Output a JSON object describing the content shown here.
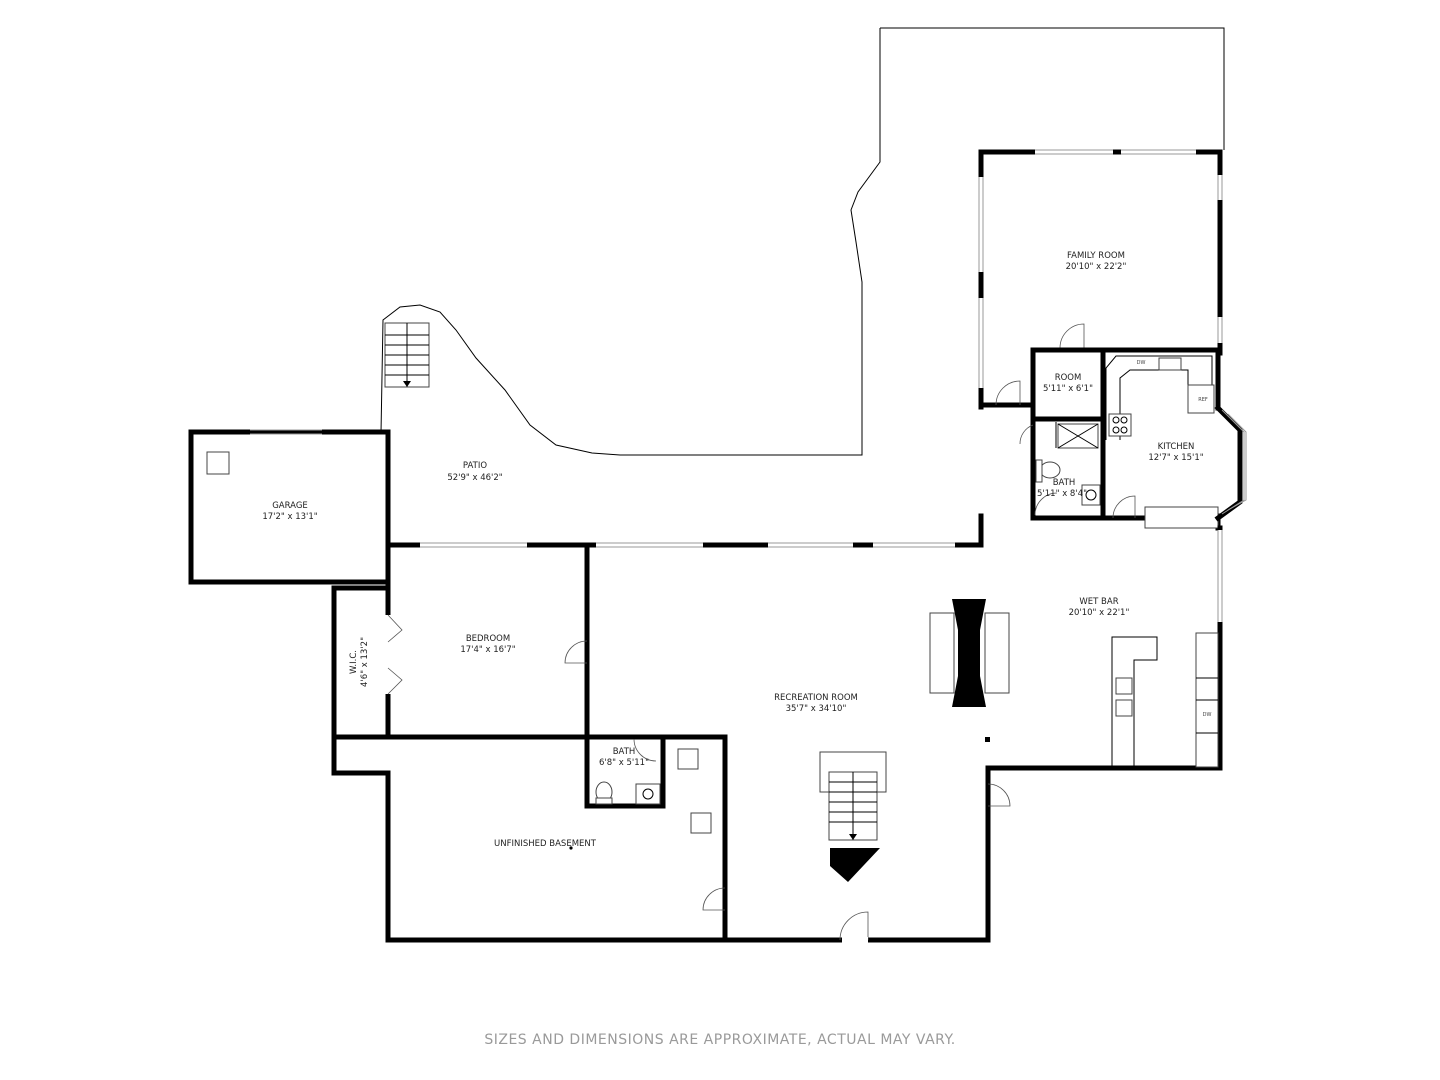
{
  "rooms": {
    "family_room": {
      "name": "FAMILY ROOM",
      "dims": "20'10\" x 22'2\""
    },
    "room": {
      "name": "ROOM",
      "dims": "5'11\" x 6'1\""
    },
    "kitchen": {
      "name": "KITCHEN",
      "dims": "12'7\" x 15'1\""
    },
    "bath_upper": {
      "name": "BATH",
      "dims": "5'11\" x 8'4\""
    },
    "patio": {
      "name": "PATIO",
      "dims": "52'9\" x 46'2\""
    },
    "garage": {
      "name": "GARAGE",
      "dims": "17'2\" x 13'1\""
    },
    "bedroom": {
      "name": "BEDROOM",
      "dims": "17'4\" x 16'7\""
    },
    "wic": {
      "name": "W.I.C.",
      "dims": "4'6\" x 13'2\""
    },
    "recreation_room": {
      "name": "RECREATION ROOM",
      "dims": "35'7\" x 34'10\""
    },
    "wet_bar": {
      "name": "WET BAR",
      "dims": "20'10\" x 22'1\""
    },
    "bath_lower": {
      "name": "BATH",
      "dims": "6'8\" x 5'11\""
    },
    "unfinished_basement": {
      "name": "UNFINISHED BASEMENT",
      "dims": ""
    }
  },
  "appliance_labels": {
    "dw_kitchen": "DW",
    "ref": "REF",
    "dw_bar": "DW"
  },
  "disclaimer": "SIZES AND DIMENSIONS ARE APPROXIMATE, ACTUAL MAY VARY."
}
